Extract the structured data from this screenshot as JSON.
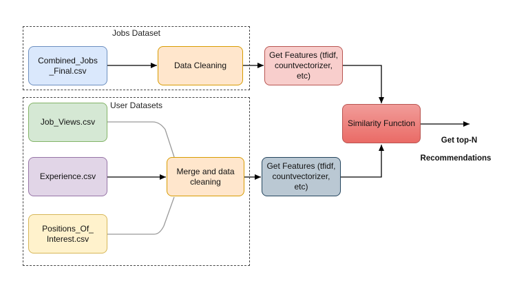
{
  "groups": {
    "jobs": {
      "label": "Jobs Dataset"
    },
    "user": {
      "label": "User Datasets"
    }
  },
  "nodes": {
    "combined_jobs": {
      "label": "Combined_Jobs\n_Final.csv",
      "fill": "#dae8fc",
      "stroke": "#6c8ebf"
    },
    "data_cleaning": {
      "label": "Data Cleaning",
      "fill": "#ffe6cc",
      "stroke": "#d79b00"
    },
    "get_features_jobs": {
      "label": "Get Features (tfidf,\ncountvectorizer, etc)",
      "fill": "#f8cecc",
      "stroke": "#b85450"
    },
    "job_views": {
      "label": "Job_Views.csv",
      "fill": "#d5e8d4",
      "stroke": "#82b366"
    },
    "experience": {
      "label": "Experience.csv",
      "fill": "#e1d5e7",
      "stroke": "#9673a6"
    },
    "positions": {
      "label": "Positions_Of_\nInterest.csv",
      "fill": "#fff2cc",
      "stroke": "#d6b656"
    },
    "merge": {
      "label": "Merge and data\ncleaning",
      "fill": "#ffe6cc",
      "stroke": "#d79b00"
    },
    "get_features_user": {
      "label": "Get Features (tfidf,\ncountvectorizer, etc)",
      "fill": "#bac8d3",
      "stroke": "#23445d"
    },
    "similarity": {
      "label": "Similarity Function",
      "fill": "#ea6b66",
      "stroke": "#b85450"
    }
  },
  "output": {
    "line1": "Get top-N",
    "line2": "Recommendations"
  }
}
